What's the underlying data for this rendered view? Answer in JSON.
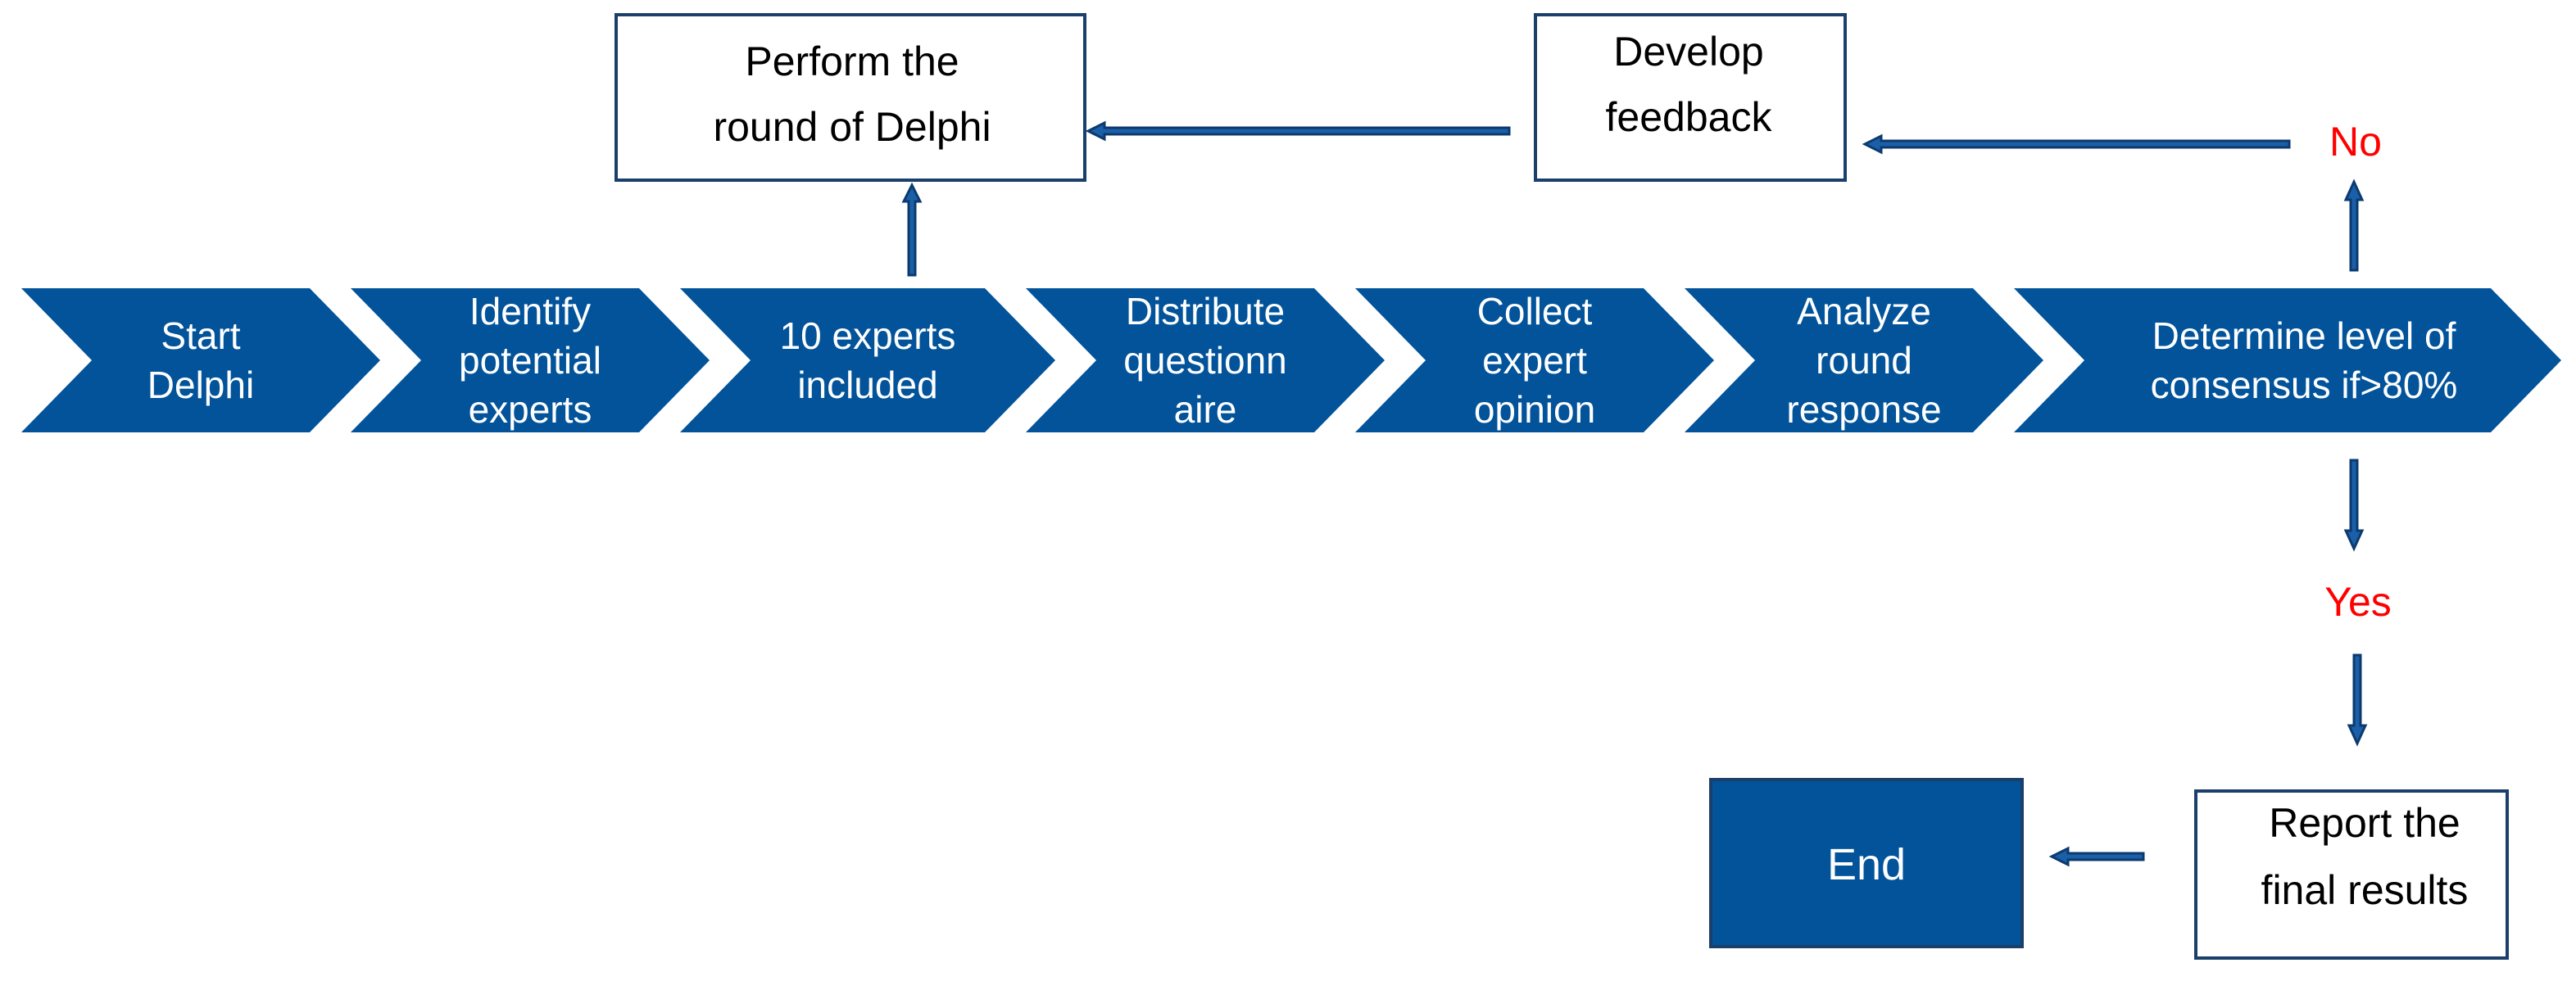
{
  "colors": {
    "process_blue": "#02539A",
    "arrow_outline": "#0C3A6E",
    "arrow_fill": "#1A5FA8",
    "decision_red": "#FF0000",
    "box_border": "#1B3F6B"
  },
  "steps": [
    {
      "lines": [
        "Start",
        "Delphi"
      ]
    },
    {
      "lines": [
        "Identify",
        "potential",
        "experts"
      ]
    },
    {
      "lines": [
        "10 experts",
        "included"
      ]
    },
    {
      "lines": [
        "Distribute",
        "questionn",
        "aire"
      ]
    },
    {
      "lines": [
        "Collect",
        "expert",
        "opinion"
      ]
    },
    {
      "lines": [
        "Analyze",
        "round",
        "response"
      ]
    },
    {
      "lines": [
        "Determine level of",
        "consensus if>80%"
      ]
    }
  ],
  "boxes": {
    "perform_round": {
      "lines": [
        "Perform the",
        "round of Delphi"
      ]
    },
    "develop_feedback": {
      "lines": [
        "Develop",
        "feedback"
      ]
    },
    "report_results": {
      "lines": [
        "Report the",
        "final results"
      ]
    },
    "end": {
      "label": "End"
    }
  },
  "decisions": {
    "no_label": "No",
    "yes_label": "Yes"
  }
}
